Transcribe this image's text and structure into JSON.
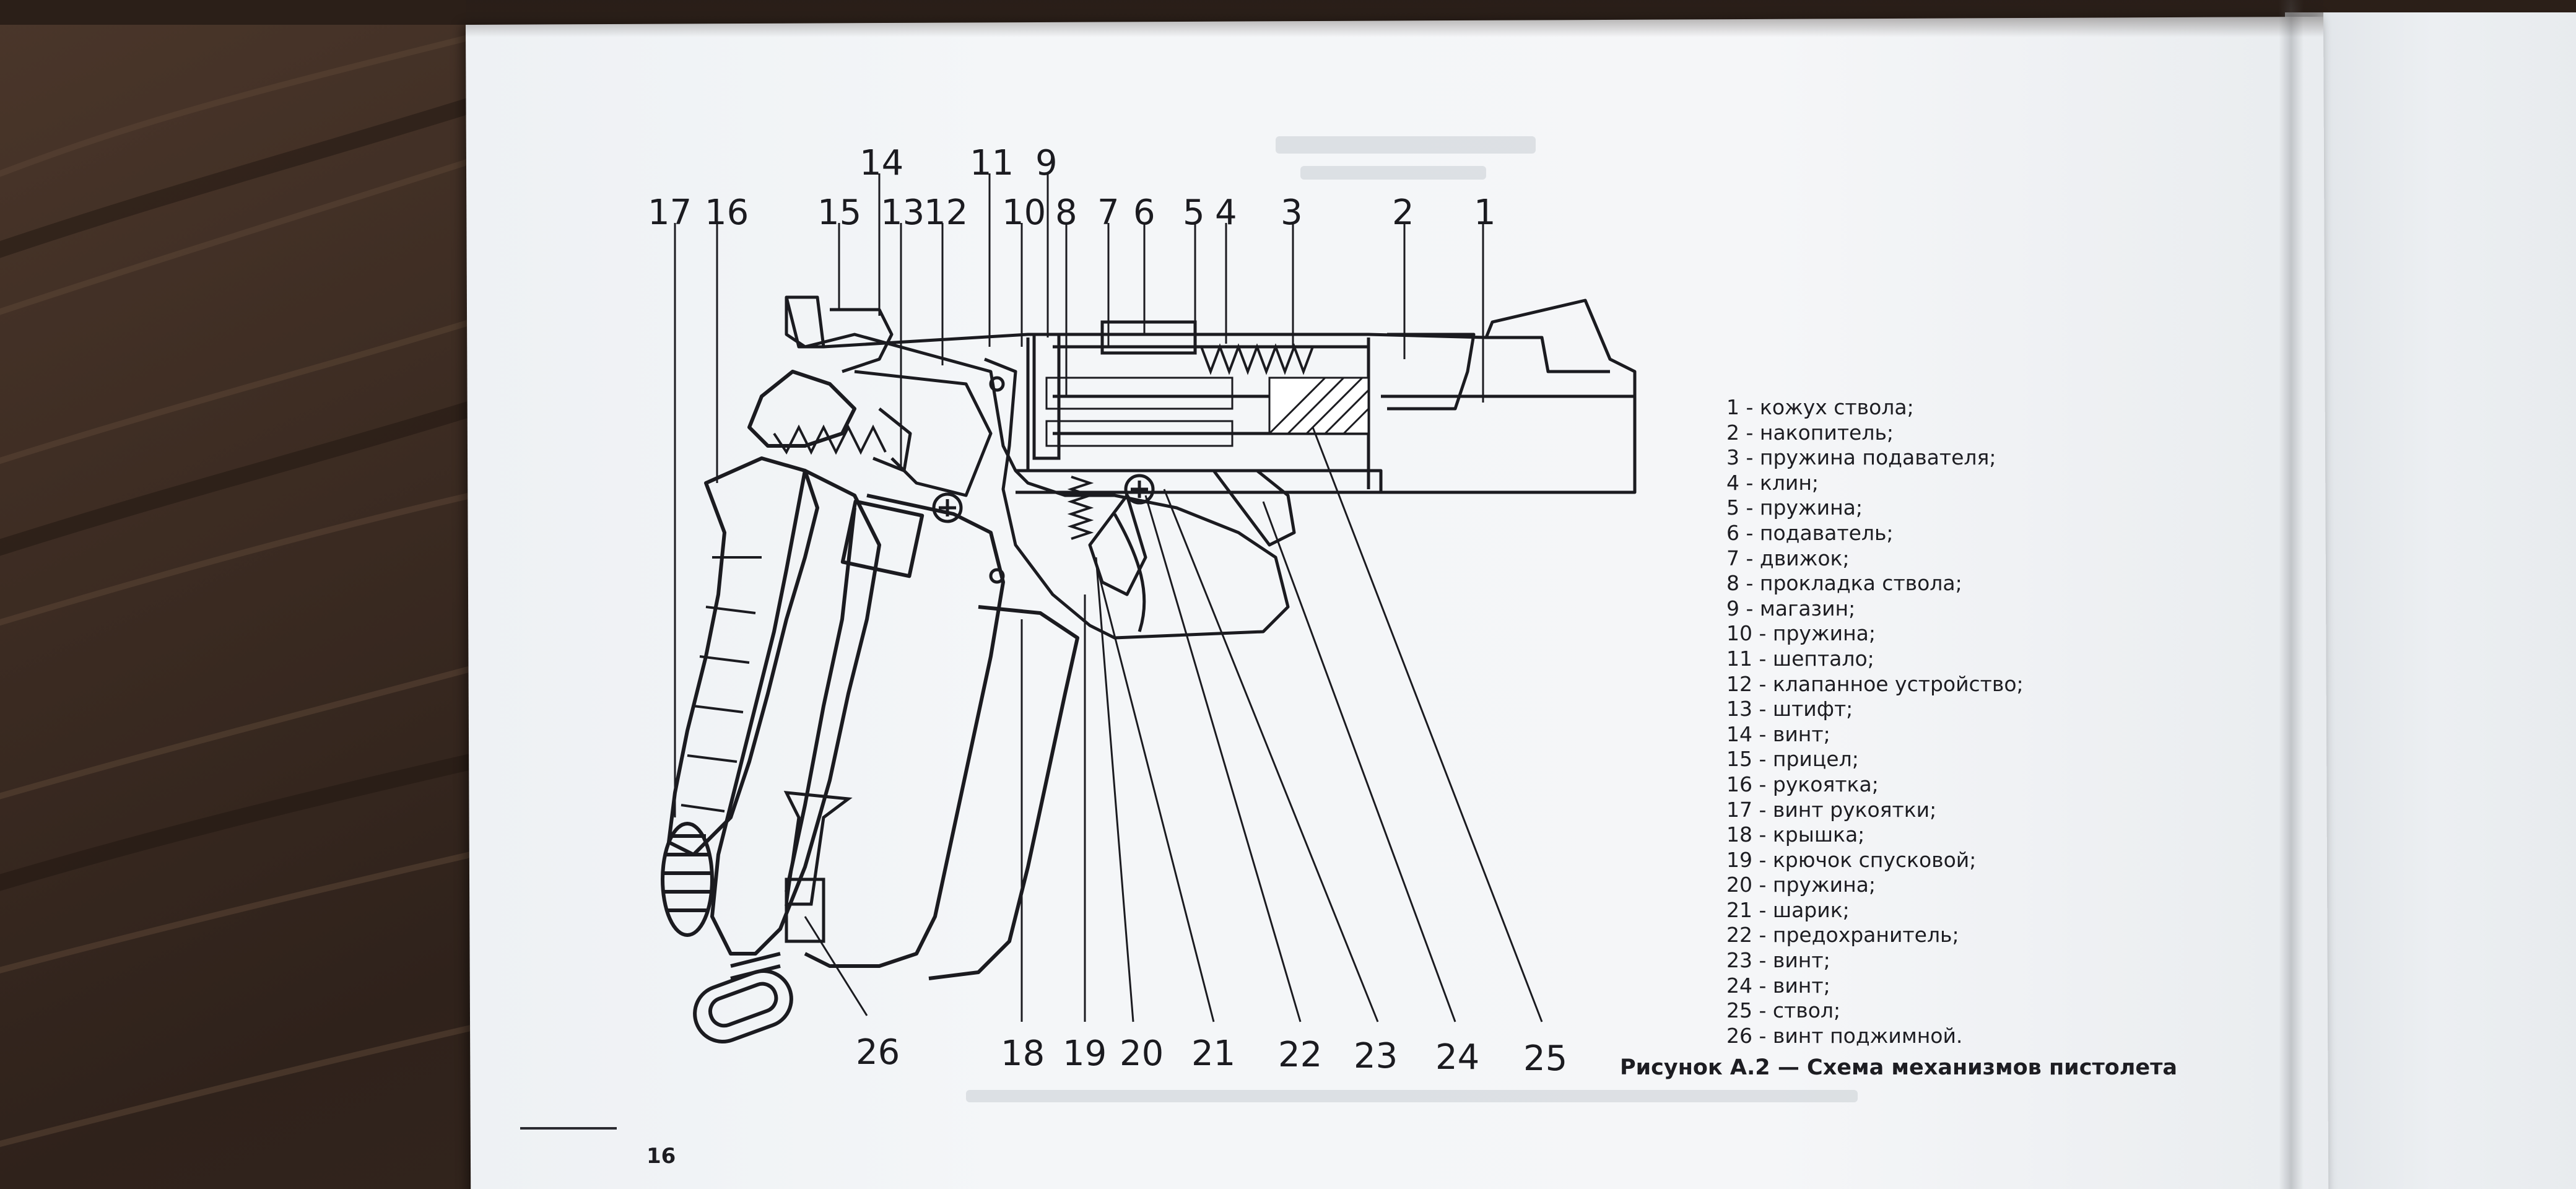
{
  "figure": {
    "callout_numbers": [
      "1",
      "2",
      "3",
      "4",
      "5",
      "6",
      "7",
      "8",
      "9",
      "10",
      "11",
      "12",
      "13",
      "14",
      "15",
      "16",
      "17",
      "18",
      "19",
      "20",
      "21",
      "22",
      "23",
      "24",
      "25",
      "26"
    ],
    "legend": [
      "1 - кожух ствола;",
      "2 - накопитель;",
      "3 - пружина подавателя;",
      "4 - клин;",
      "5 - пружина;",
      "6 - подаватель;",
      "7 - движок;",
      "8 - прокладка ствола;",
      "9 - магазин;",
      "10 - пружина;",
      "11 - шептало;",
      "12 - клапанное устройство;",
      "13 - штифт;",
      "14 - винт;",
      "15 - прицел;",
      "16 - рукоятка;",
      "17 - винт рукоятки;",
      "18 - крышка;",
      "19 - крючок спусковой;",
      "20 - пружина;",
      "21 - шарик;",
      "22 - предохранитель;",
      "23 - винт;",
      "24 - винт;",
      "25 - ствол;",
      "26 - винт поджимной."
    ],
    "caption": "Рисунок А.2 — Схема механизмов пистолета"
  },
  "page": {
    "number": "16"
  },
  "colors": {
    "paper": "#f4f6f8",
    "ink": "#1d1d22",
    "wood": "#3a2a20"
  }
}
